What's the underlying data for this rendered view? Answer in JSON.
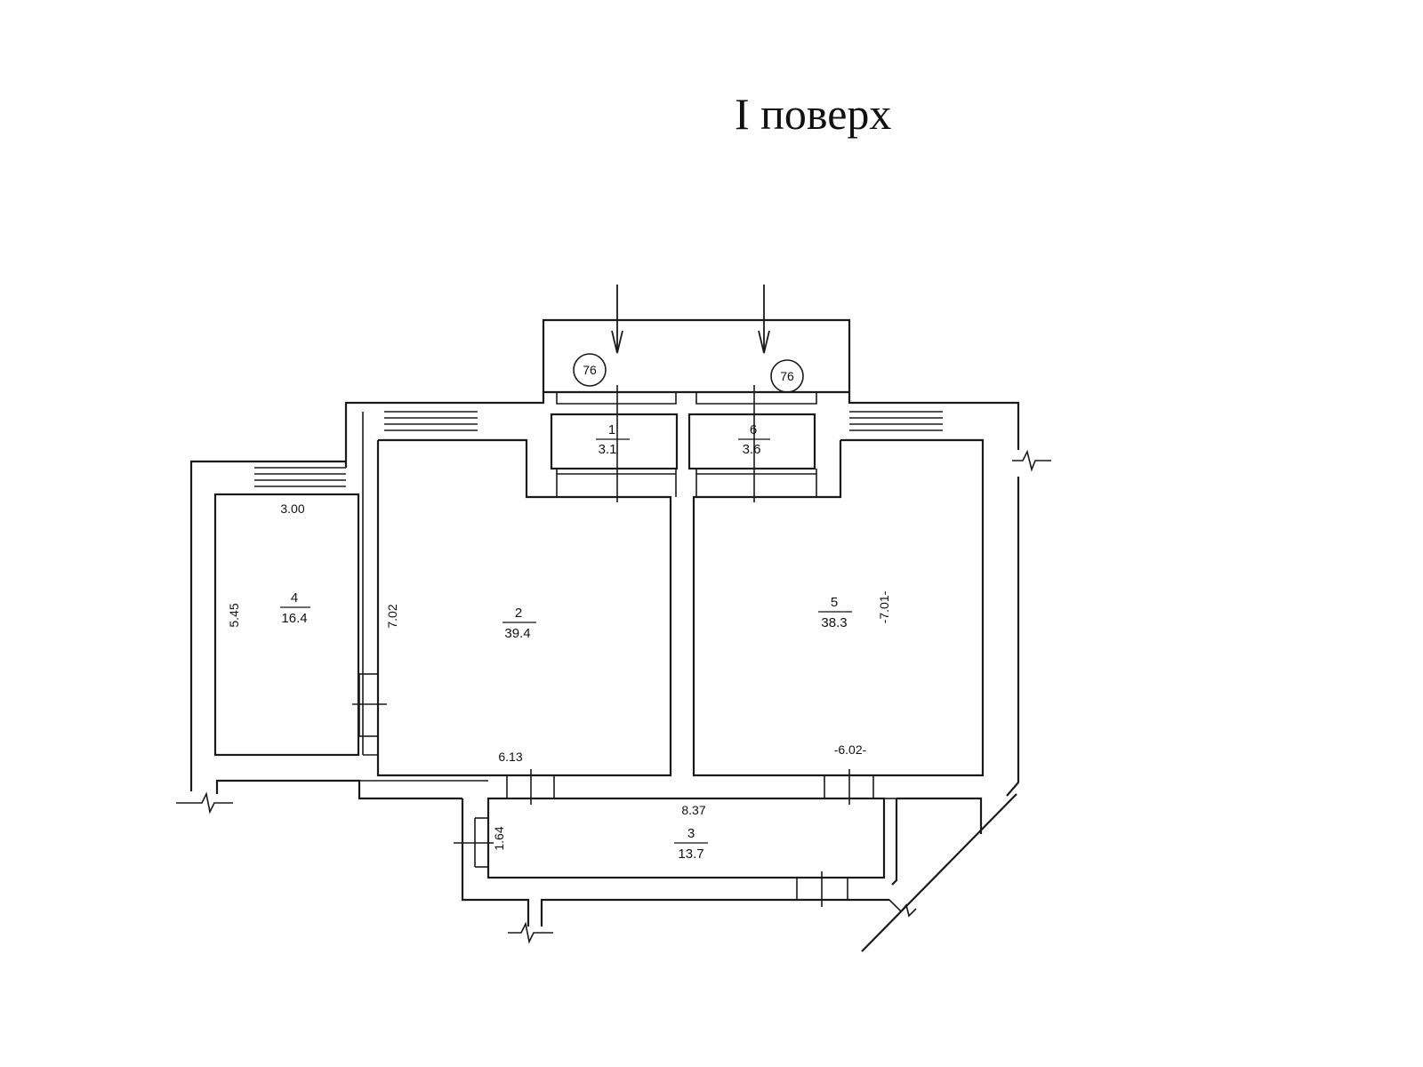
{
  "title": "I поверх",
  "rooms": [
    {
      "number": "1",
      "area": "3.1"
    },
    {
      "number": "2",
      "area": "39.4"
    },
    {
      "number": "3",
      "area": "13.7"
    },
    {
      "number": "4",
      "area": "16.4"
    },
    {
      "number": "5",
      "area": "38.3"
    },
    {
      "number": "6",
      "area": "3.6"
    }
  ],
  "dimensions": {
    "room4_width": "3.00",
    "room4_length": "5.45",
    "room2_length": "7.02",
    "room2_width": "6.13",
    "room5_length": "-7.01-",
    "room5_width": "-6.02-",
    "room3_length": "8.37",
    "room3_width": "1.64"
  },
  "entrance_badges": [
    "76",
    "76"
  ]
}
